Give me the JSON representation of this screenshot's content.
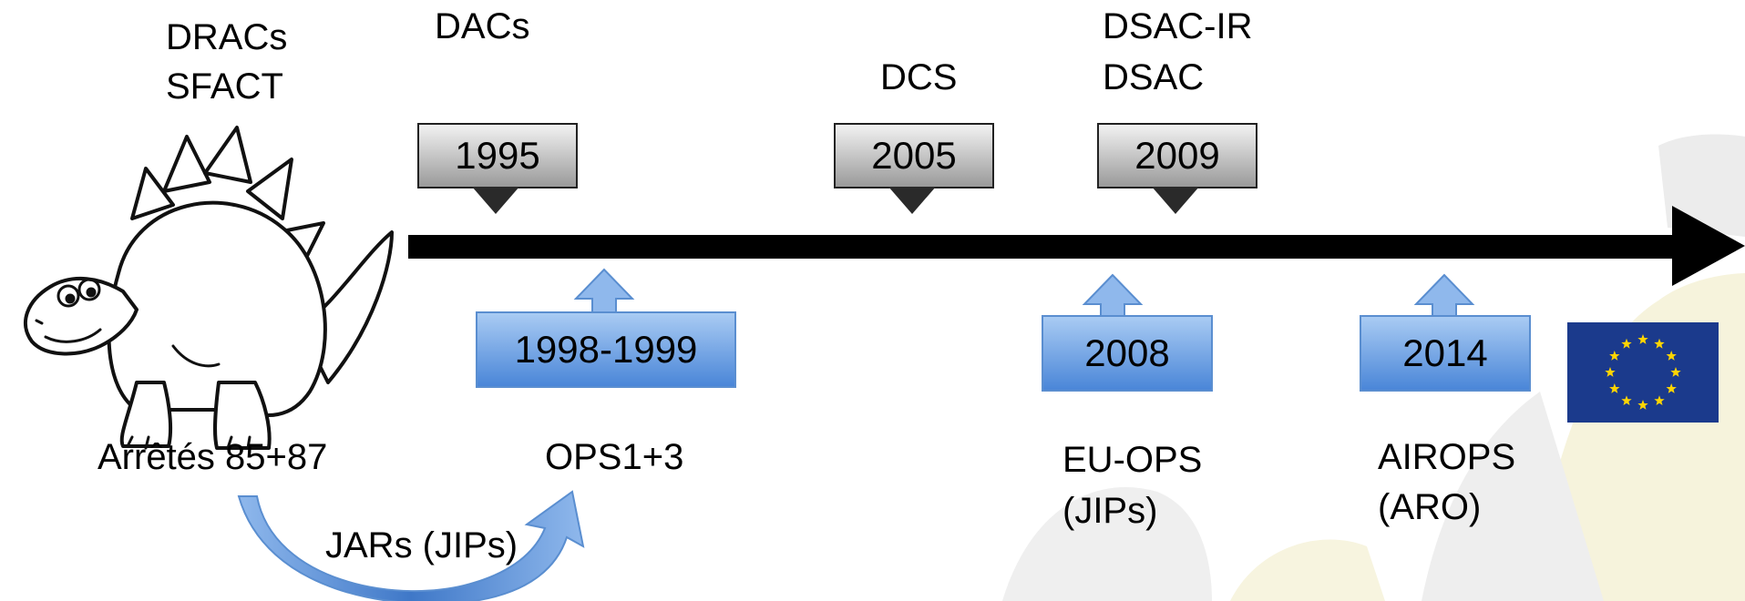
{
  "top_labels": {
    "dracs_sfact": [
      "DRACs",
      "SFACT"
    ],
    "dacs": "DACs",
    "dcs": "DCS",
    "dsac": [
      "DSAC-IR",
      "DSAC"
    ]
  },
  "gray_years": [
    "1995",
    "2005",
    "2009"
  ],
  "blue_years": [
    "1998-1999",
    "2008",
    "2014"
  ],
  "bottom_labels": {
    "arretes": "Arrêtés 85+87",
    "ops": "OPS1+3",
    "eu_ops": [
      "EU-OPS",
      "(JIPs)"
    ],
    "airops": [
      "AIROPS",
      "(ARO)"
    ],
    "jars": "JARs (JIPs)"
  },
  "colors": {
    "timeline": "#000000",
    "gray_box_top": "#f2f2f2",
    "gray_box_bottom": "#9a9a9a",
    "blue_box_top": "#a9cbf3",
    "blue_box_bottom": "#4a86d8",
    "eu_flag": "#1b3a8c",
    "eu_star": "#ffd500"
  },
  "icons": [
    "dinosaur-icon",
    "eu-flag-icon",
    "curved-arrow-icon"
  ]
}
